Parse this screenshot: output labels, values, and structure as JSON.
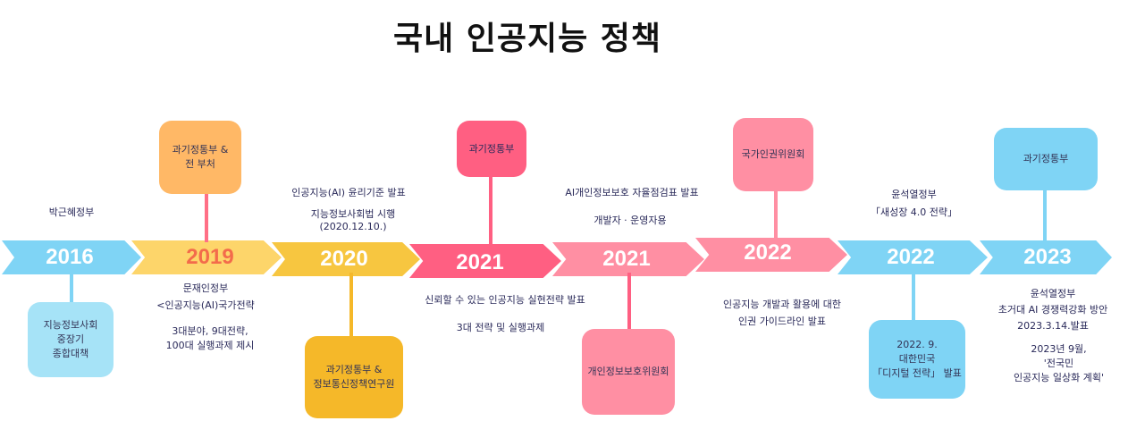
{
  "title": "국내 인공지능 정책",
  "years": [
    "2016",
    "2019",
    "2020",
    "2021",
    "2021",
    "2022",
    "2022",
    "2023"
  ],
  "boxes": {
    "b2016": [
      "지능정보사회",
      "중장기",
      "종합대책"
    ],
    "b2019": [
      "과기정통부 &",
      "전 부처"
    ],
    "b2020": [
      "과기정통부 &",
      "정보통신정책연구원"
    ],
    "b2021a": [
      "과기정통부"
    ],
    "b2021b": [
      "개인정보보호위원회"
    ],
    "b2022a": [
      "국가인권위원회"
    ],
    "b2022b": [
      "2022. 9.",
      "대한민국",
      "「디지털 전략」 발표"
    ],
    "b2023": [
      "과기정통부"
    ]
  },
  "notes": {
    "n2016": [
      "박근혜정부"
    ],
    "n2019a": [
      "문재인정부",
      "<인공지능(AI)국가전략"
    ],
    "n2019b": [
      "3대분야, 9대전략,",
      "100대 실행과제 제시"
    ],
    "n2020a": [
      "인공지능(AI) 윤리기준 발표"
    ],
    "n2020b": [
      "지능정보사회법  시행",
      "(2020.12.10.)"
    ],
    "n2021a": [
      "신뢰할 수 있는 인공지능 실현전략 발표"
    ],
    "n2021b": [
      "3대 전략 및 실행과제"
    ],
    "n2021c": [
      "AI개인정보보호 자율점검표 발표"
    ],
    "n2021d": [
      "개발자  ·  운영자용"
    ],
    "n2022a": [
      "인공지능 개발과 활용에 대한",
      "인권 가이드라인 발표"
    ],
    "n2022b": [
      "윤석열정부",
      "「새성장 4.0 전략」"
    ],
    "n2023a": [
      "윤석열정부",
      "초거대 AI 경쟁력강화 방안",
      "2023.3.14.발표"
    ],
    "n2023b": [
      "2023년 9월,",
      "'전국민",
      "인공지능 일상화 계획'"
    ]
  },
  "colors": {
    "blue": "#7fd4f5",
    "yellow": "#fdd56a",
    "gold": "#f5b829",
    "pink": "#ff5f82",
    "salmon": "#ff8fa3",
    "orange": "#ffb866"
  }
}
